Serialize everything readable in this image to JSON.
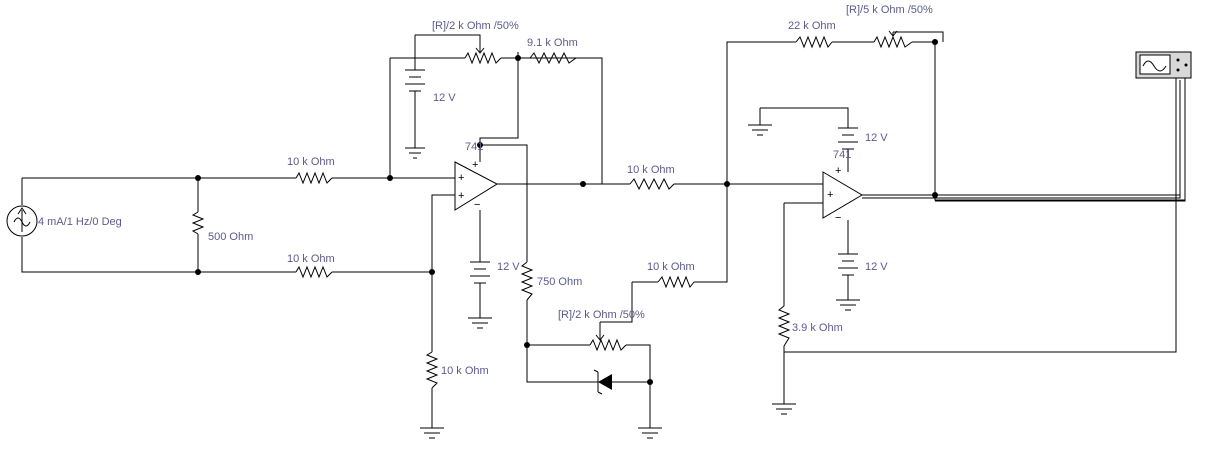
{
  "source": {
    "label": "4 mA/1 Hz/0 Deg"
  },
  "resistors": {
    "r500": "500  Ohm",
    "r10k_top": "10 k Ohm",
    "r10k_bottom": "10 k Ohm",
    "r10k_ground": "10 k Ohm",
    "r9_1k": "9.1 k Ohm",
    "r750": "750  Ohm",
    "r10k_mid": "10 k Ohm",
    "r10k_zener": "10 k Ohm",
    "r22k": "22 k Ohm",
    "r3_9k": "3.9 k Ohm"
  },
  "potentiometers": {
    "pot1": "[R]/2 k Ohm /50%",
    "pot2": "[R]/2 k Ohm /50%",
    "pot3": "[R]/5 k Ohm /50%"
  },
  "batteries": {
    "b1": "12 V",
    "b2": "12 V",
    "b3": "12 V",
    "b4": "12 V"
  },
  "opamps": {
    "u1": "741",
    "u2": "741"
  }
}
